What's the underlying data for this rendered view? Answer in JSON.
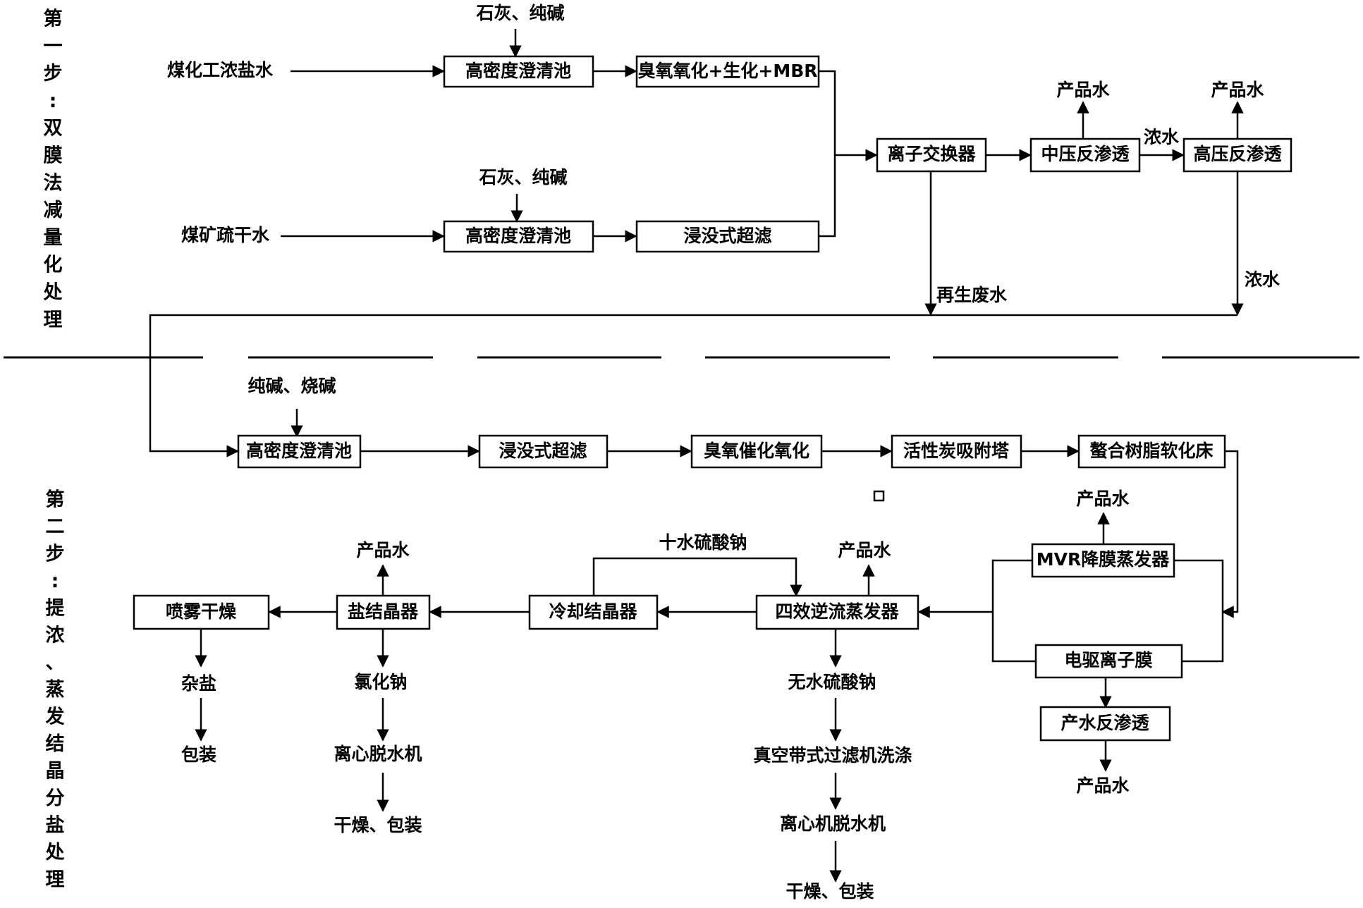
{
  "step1_label": [
    "第",
    "一",
    "步",
    ":",
    "双",
    "膜",
    "法",
    "减",
    "量",
    "化",
    "处",
    "理"
  ],
  "step2_label": [
    "第",
    "二",
    "步",
    ":",
    "提",
    "浓",
    "、",
    "蒸",
    "发",
    "结",
    "晶",
    "分",
    "盐",
    "处",
    "理"
  ],
  "inputs": {
    "coal_chem_brine": "煤化工浓盐水",
    "mine_water": "煤矿疏干水",
    "reagent_1": "石灰、纯碱",
    "reagent_2": "石灰、纯碱",
    "reagent_3": "纯碱、烧碱"
  },
  "boxes": {
    "hd_clarifier_1": "高密度澄清池",
    "ozone_bio_mbr": "臭氧氧化+生化+MBR",
    "hd_clarifier_2": "高密度澄清池",
    "submerged_uf_1": "浸没式超滤",
    "ion_exchanger": "离子交换器",
    "mp_ro": "中压反渗透",
    "hp_ro": "高压反渗透",
    "hd_clarifier_3": "高密度澄清池",
    "submerged_uf_2": "浸没式超滤",
    "ozone_catalytic": "臭氧催化氧化",
    "activated_carbon": "活性炭吸附塔",
    "chelating_resin": "螯合树脂软化床",
    "mvr_evaporator": "MVR降膜蒸发器",
    "edi_membrane": "电驱离子膜",
    "product_ro": "产水反渗透",
    "four_effect_evap": "四效逆流蒸发器",
    "cooling_crystallizer": "冷却结晶器",
    "salt_crystallizer": "盐结晶器",
    "spray_dryer": "喷雾干燥"
  },
  "labels": {
    "product_water_mp": "产品水",
    "product_water_hp": "产品水",
    "concentrate_1": "浓水",
    "concentrate_2": "浓水",
    "regen_wastewater": "再生废水",
    "product_water_mvr": "产品水",
    "product_water_ro": "产品水",
    "product_water_evap": "产品水",
    "product_water_salt": "产品水",
    "glauber_salt": "十水硫酸钠",
    "anhydrous_sodium_sulfate": "无水硫酸钠",
    "vacuum_belt_filter": "真空带式过滤机洗涤",
    "centrifuge_1": "离心机脱水机",
    "dry_pack_1": "干燥、包装",
    "sodium_chloride": "氯化钠",
    "centrifuge_2": "离心脱水机",
    "dry_pack_2": "干燥、包装",
    "mixed_salt": "杂盐",
    "packaging": "包装"
  }
}
